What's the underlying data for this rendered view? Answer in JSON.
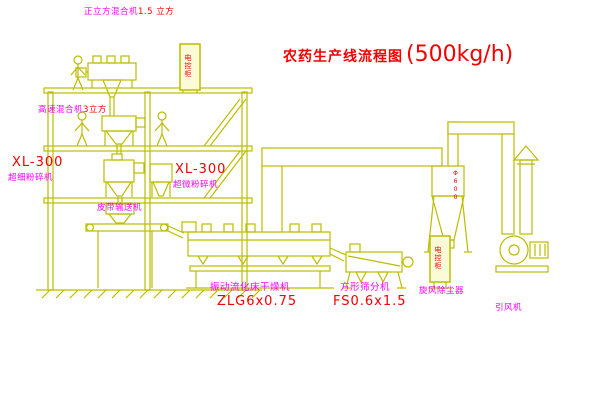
{
  "title": {
    "text": "农药生产线流程图",
    "capacity": "(500kg/h)"
  },
  "equipment": {
    "top_mixer": {
      "name": "正立方混合机",
      "spec": "1.5 立方"
    },
    "floor2_mixer": {
      "name": "高速混合机",
      "spec": "3立方"
    },
    "mill_left": {
      "model": "XL-300",
      "name": "超细粉碎机"
    },
    "mill_mid": {
      "model": "XL-300",
      "name": "超微粉碎机"
    },
    "belt_conveyor": {
      "name": "皮带输送机"
    },
    "dryer": {
      "name": "振动流化床干燥机",
      "model": "ZLG6x0.75"
    },
    "sieve": {
      "name": "方形筛分机",
      "model": "FS0.6x1.5"
    },
    "cyclone": {
      "name": "旋风除尘器"
    },
    "fan": {
      "name": "引风机"
    },
    "cabinet_top": {
      "name": "电控柜"
    },
    "cabinet_right": {
      "name": "电控柜"
    },
    "duct": {
      "size": "Φ600"
    }
  },
  "colors": {
    "line": "#bcbc00",
    "red": "#f40000",
    "magenta": "#ff00ff",
    "background": "#ffffff"
  }
}
